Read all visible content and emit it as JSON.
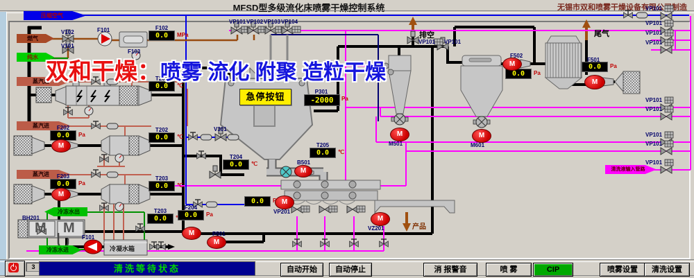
{
  "title_bar": {
    "title": "MFSD型多级流化床喷雾干燥控制系统",
    "company": "无锡市双和喷雾干燥设备有限公司制造"
  },
  "watermark": {
    "red": "双和干燥：",
    "blue": "喷雾 流化 附聚 造粒干燥"
  },
  "tags": {
    "compressed_air": "压缩空气",
    "fuel": "燃气",
    "pure_water": "纯水",
    "steam1": "蒸汽进",
    "steam2": "蒸汽进",
    "steam3": "蒸汽进",
    "chilled_water_out": "冷冻水出",
    "chilled_water_in": "冷冻水进",
    "cip_inlet": "清洗液输入管路"
  },
  "gauges": [
    {
      "label": "F102",
      "value": "0.0",
      "unit": "MPa"
    },
    {
      "label": "T201",
      "value": "0.0",
      "unit": "℃"
    },
    {
      "label": "T202",
      "value": "0.0",
      "unit": "℃"
    },
    {
      "label": "T203",
      "value": "0.0",
      "unit": "℃"
    },
    {
      "label": "T203",
      "value": "0.0",
      "unit": "℃"
    },
    {
      "label": "F202",
      "value": "0.0",
      "unit": "Pa"
    },
    {
      "label": "F203",
      "value": "0.0",
      "unit": "Pa"
    },
    {
      "label": "T204",
      "value": "0.0",
      "unit": "℃"
    },
    {
      "label": "P301",
      "value": "-2000",
      "unit": "Pa"
    },
    {
      "label": "T205",
      "value": "0.0",
      "unit": "℃"
    },
    {
      "label": "F204",
      "value": "0.0",
      "unit": "Pa"
    },
    {
      "label": "",
      "value": "0.0",
      "unit": "Pa"
    },
    {
      "label": "F502",
      "value": "0.0",
      "unit": "Pa"
    },
    {
      "label": "F501",
      "value": "0.0",
      "unit": "Pa"
    }
  ],
  "valve_labels": {
    "v101": "V101",
    "v102": "V102",
    "v301": "V301",
    "vp101": "VP101",
    "vp102": "VP102",
    "vp103": "VP103",
    "vp104": "VP104",
    "vp101_vent": "VP101",
    "vp101_duct": "VP101"
  },
  "equipment_labels": {
    "f101_pump": "F101",
    "f103_gauge": "F103",
    "b501": "B501",
    "m501": "M501",
    "m601": "M601",
    "vp201": "VP201",
    "vz201": "VZ201",
    "p501": "P501",
    "bh201": "BH201",
    "f101_pump2": "F101",
    "condensate_tank": "冷凝水箱",
    "estop": "急停按钮",
    "vent": "排空",
    "tail_gas": "尾气",
    "product": "产品"
  },
  "symbols": {
    "motor": "M"
  },
  "right_valve_labels": [
    "VP101",
    "VP101",
    "VP101",
    "VP101",
    "VP101",
    "VP101",
    "VP101",
    "VP101",
    "VP101"
  ],
  "status_bar": {
    "message": "清洗等待状态",
    "counter": "3"
  },
  "buttons": {
    "auto_start": "自动开始",
    "auto_stop": "自动停止",
    "mute_alarm": "消 报警音",
    "spray": "喷 雾",
    "cip": "CIP",
    "spray_settings": "喷雾设置",
    "wash_settings": "清洗设置"
  }
}
